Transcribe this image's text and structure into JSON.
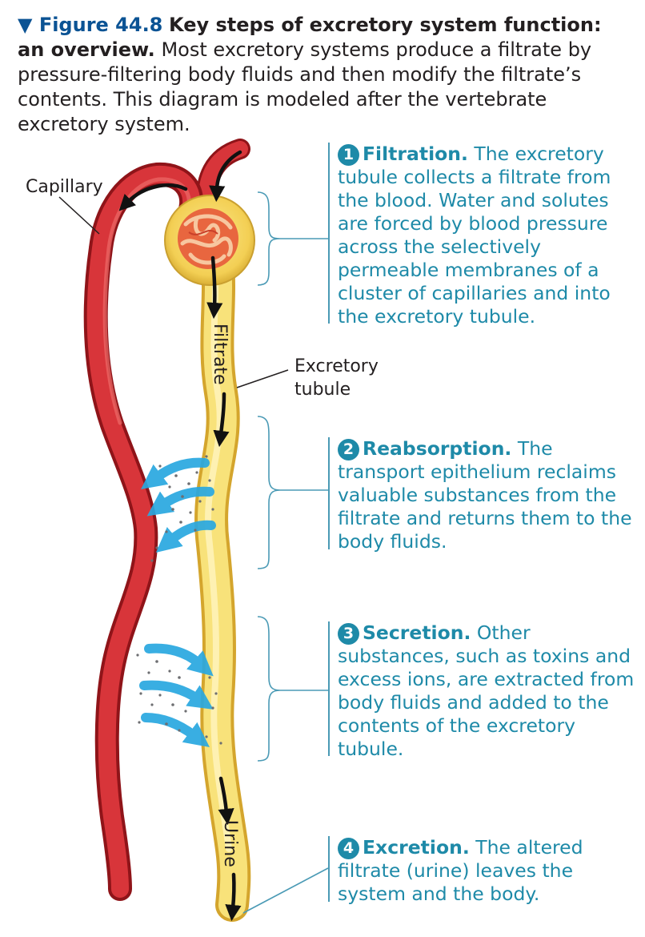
{
  "caption": {
    "figure_label": "▼ Figure 44.8",
    "title": "Key steps of excretory system function: an overview.",
    "description": "Most excretory systems produce a filtrate by pressure-filtering body fluids and then modify the filtrate’s contents. This diagram is modeled after the vertebrate excretory system."
  },
  "labels": {
    "capillary": "Capillary",
    "filtrate": "Filtrate",
    "excretory_tubule_line1": "Excretory",
    "excretory_tubule_line2": "tubule",
    "urine": "Urine"
  },
  "steps": [
    {
      "number": "1",
      "title": "Filtration.",
      "text": "The excretory tubule collects a filtrate from the blood. Water and solutes are forced by blood pressure across the selectively permeable membranes of a cluster of capillaries and into the excretory tubule."
    },
    {
      "number": "2",
      "title": "Reabsorption.",
      "text": "The transport epithelium reclaims valuable substances from the filtrate and returns them to the body fluids."
    },
    {
      "number": "3",
      "title": "Secretion.",
      "text": "Other substances, such as toxins and excess ions, are extracted from body fluids and added to the contents of the excretory tubule."
    },
    {
      "number": "4",
      "title": "Excretion.",
      "text": "The altered filtrate (urine) leaves the system and the body."
    }
  ],
  "colors": {
    "capillary": "#c4242a",
    "tubule": "#f5dc63",
    "step_text": "#1e8aa8",
    "figure_label": "#0b5394",
    "transport_arrow": "#29a8e0"
  }
}
